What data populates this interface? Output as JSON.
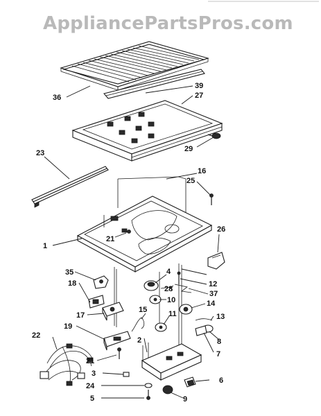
{
  "watermark": "AppliancePartsPros.com",
  "callouts": [
    "36",
    "39",
    "27",
    "29",
    "23",
    "16",
    "25",
    "26",
    "1",
    "21",
    "12",
    "35",
    "4",
    "37",
    "28",
    "18",
    "10",
    "14",
    "17",
    "15",
    "11",
    "13",
    "19",
    "8",
    "22",
    "2",
    "7",
    "21",
    "3",
    "24",
    "6",
    "5",
    "9"
  ]
}
